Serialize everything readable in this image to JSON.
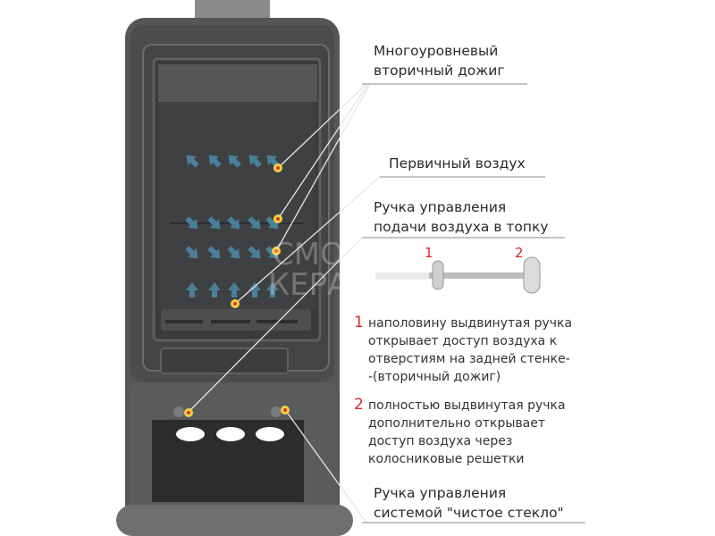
{
  "labels": {
    "secondary_burn": [
      "Многоуровневый",
      "вторичный дожиг"
    ],
    "primary_air": "Первичный воздух",
    "air_handle": [
      "Ручка управления",
      "подачи воздуха в топку"
    ],
    "clean_glass_handle": [
      "Ручка управления",
      "системой \"чистое стекло\""
    ]
  },
  "handle_diagram": {
    "pos1": "1",
    "pos2": "2"
  },
  "notes": [
    {
      "num": "1",
      "lines": [
        "наполовину выдвинутая ручка",
        "открывает доступ воздуха к",
        "отверстиям на задней стенке-",
        "-(вторичный дожиг)"
      ]
    },
    {
      "num": "2",
      "lines": [
        "полностью выдвинутая ручка",
        "дополнительно открывает",
        "доступ воздуха через",
        "колосниковые решетки"
      ]
    }
  ],
  "watermark": [
    "СМОЛ",
    "КЕРА"
  ],
  "colors": {
    "accent": "#e0262b",
    "stove": "#4a4b4d",
    "arrow": "#4a7f9a",
    "marker": "#f2d23c"
  }
}
